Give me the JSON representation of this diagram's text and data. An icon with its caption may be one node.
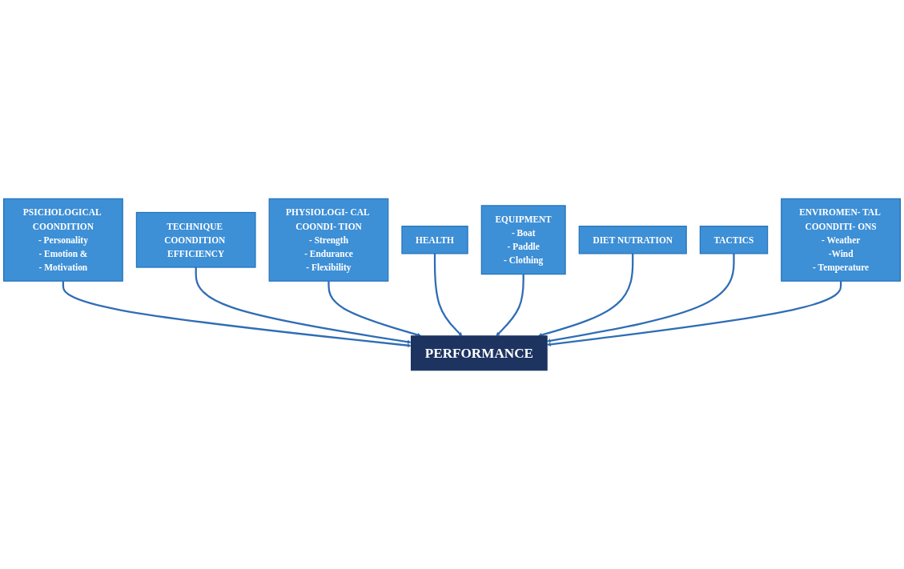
{
  "diagram": {
    "nodes": [
      {
        "text": [
          "PSICHOLOGICAL COONDITION",
          "- Personality",
          "- Emotion &",
          "- Motivation"
        ]
      },
      {
        "text": [
          "TECHNIQUE COONDITION EFFICIENCY"
        ]
      },
      {
        "text": [
          "PHYSIOLOGI- CAL COONDI- TION",
          "- Strength",
          "- Endurance",
          "- Flexibility"
        ]
      },
      {
        "text": [
          "HEALTH"
        ]
      },
      {
        "text": [
          "PERFORMANCE"
        ]
      },
      {
        "text": [
          "EQUIPMENT",
          "- Boat",
          "- Paddle",
          "- Clothing"
        ]
      },
      {
        "text": [
          "DIET NUTRATION"
        ]
      },
      {
        "text": [
          "TACTICS"
        ]
      },
      {
        "text": [
          "ENVIROMEN- TAL COONDITI- ONS",
          "- Weather",
          "-Wind",
          "- Temperature"
        ]
      }
    ],
    "edges": [
      {
        "from": 0,
        "to": 4,
        "arrow": "to"
      },
      {
        "from": 1,
        "to": 4,
        "arrow": "to"
      },
      {
        "from": 2,
        "to": 4,
        "arrow": "to"
      },
      {
        "from": 3,
        "to": 4,
        "arrow": "to"
      },
      {
        "from": 5,
        "to": 4,
        "arrow": "to"
      },
      {
        "from": 6,
        "to": 4,
        "arrow": "to"
      },
      {
        "from": 7,
        "to": 4,
        "arrow": "to"
      },
      {
        "from": 8,
        "to": 4,
        "arrow": "to"
      }
    ]
  }
}
